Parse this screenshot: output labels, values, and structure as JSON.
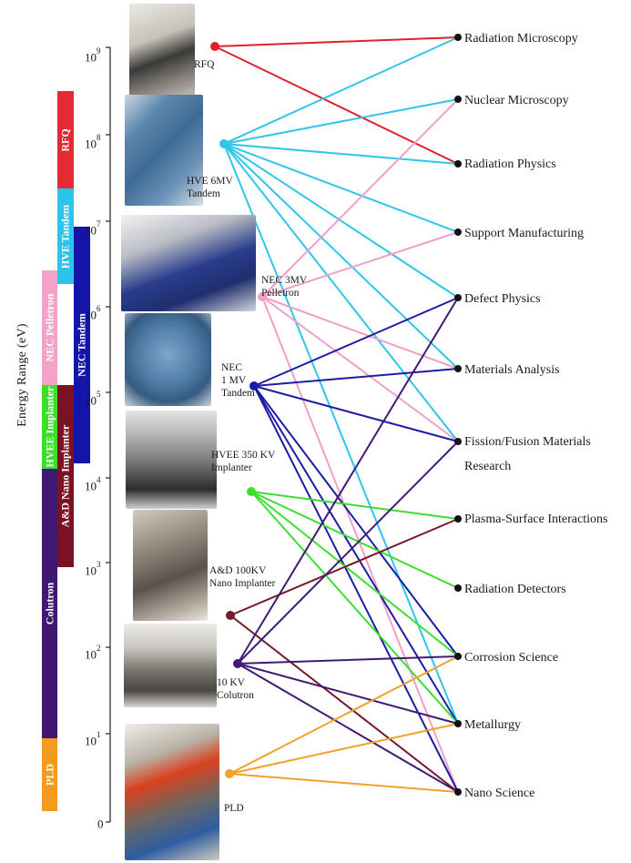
{
  "y_axis_label": "Energy Range (eV)",
  "energy_ticks": [
    {
      "base": "10",
      "exp": "9"
    },
    {
      "base": "10",
      "exp": "8"
    },
    {
      "base": "10",
      "exp": "7"
    },
    {
      "base": "10",
      "exp": "6"
    },
    {
      "base": "10",
      "exp": "5"
    },
    {
      "base": "10",
      "exp": "4"
    },
    {
      "base": "10",
      "exp": "3"
    },
    {
      "base": "10",
      "exp": "2"
    },
    {
      "base": "10",
      "exp": "1"
    },
    {
      "base": "0",
      "exp": ""
    }
  ],
  "energy_bars": [
    {
      "label": "RFQ",
      "color": "#e52a34"
    },
    {
      "label": "HVE Tandem",
      "color": "#2cc4ea"
    },
    {
      "label": "NEC Tandem",
      "color": "#1414a8"
    },
    {
      "label": "NEC Pelletron",
      "color": "#f2a3c6"
    },
    {
      "label": "HVEE Implanter",
      "color": "#3cde2a"
    },
    {
      "label": "A&D Nano Implanter",
      "color": "#7a1224"
    },
    {
      "label": "Colutron",
      "color": "#3f1872"
    },
    {
      "label": "PLD",
      "color": "#f39b1e"
    }
  ],
  "machines": [
    {
      "id": "rfq",
      "line1": "RFQ",
      "line2": "",
      "color": "#e0202a"
    },
    {
      "id": "hve",
      "line1": "HVE 6MV",
      "line2": "Tandem",
      "color": "#2ec6ea"
    },
    {
      "id": "pel",
      "line1": "NEC 3MV",
      "line2": "Pelletron",
      "color": "#f0a0c6"
    },
    {
      "id": "nec1",
      "line1": "NEC",
      "line2": "1 MV",
      "line3": "Tandem",
      "color": "#1c1ca6"
    },
    {
      "id": "hvee",
      "line1": "HVEE 350 KV",
      "line2": "Implanter",
      "color": "#3cdf30"
    },
    {
      "id": "ad",
      "line1": "A&D 100KV",
      "line2": "Nano Implanter",
      "color": "#741a2c"
    },
    {
      "id": "col",
      "line1": "10 KV",
      "line2": "Colutron",
      "color": "#401a74"
    },
    {
      "id": "pld",
      "line1": "PLD",
      "line2": "",
      "color": "#f3a02a"
    }
  ],
  "applications": [
    "Radiation Microscopy",
    "Nuclear Microscopy",
    "Radiation Physics",
    "Support Manufacturing",
    "Defect Physics",
    "Materials Analysis",
    "Fission/Fusion Materials",
    "Research",
    "Plasma-Surface Interactions",
    "Radiation Detectors",
    "Corrosion Science",
    "Metallurgy",
    "Nano Science"
  ],
  "connections": [
    {
      "from": "rfq",
      "to": [
        "Radiation Microscopy",
        "Radiation Physics"
      ]
    },
    {
      "from": "hve",
      "to": [
        "Radiation Microscopy",
        "Nuclear Microscopy",
        "Radiation Physics",
        "Support Manufacturing",
        "Defect Physics",
        "Materials Analysis",
        "Fission/Fusion Materials",
        "Metallurgy"
      ]
    },
    {
      "from": "pel",
      "to": [
        "Nuclear Microscopy",
        "Support Manufacturing",
        "Materials Analysis",
        "Fission/Fusion Materials",
        "Nano Science"
      ]
    },
    {
      "from": "nec1",
      "to": [
        "Defect Physics",
        "Materials Analysis",
        "Fission/Fusion Materials",
        "Corrosion Science",
        "Metallurgy",
        "Nano Science"
      ]
    },
    {
      "from": "hvee",
      "to": [
        "Plasma-Surface Interactions",
        "Radiation Detectors",
        "Corrosion Science",
        "Metallurgy"
      ]
    },
    {
      "from": "ad",
      "to": [
        "Plasma-Surface Interactions",
        "Nano Science"
      ]
    },
    {
      "from": "col",
      "to": [
        "Defect Physics",
        "Fission/Fusion Materials",
        "Corrosion Science",
        "Metallurgy",
        "Nano Science"
      ]
    },
    {
      "from": "pld",
      "to": [
        "Corrosion Science",
        "Metallurgy",
        "Nano Science"
      ]
    }
  ]
}
